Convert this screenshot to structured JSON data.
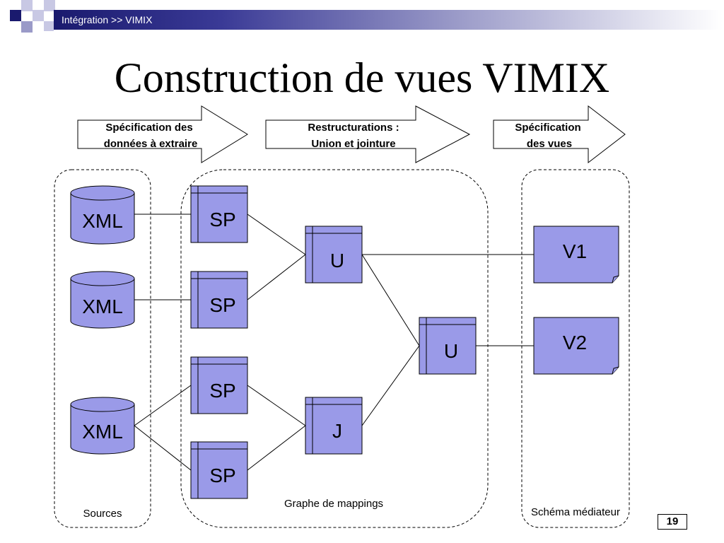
{
  "header": {
    "breadcrumb": "Intégration >> VIMIX"
  },
  "slide": {
    "title": "Construction de vues VIMIX",
    "page_number": "19"
  },
  "phases": [
    {
      "line1": "Spécification des",
      "line2": "données à extraire"
    },
    {
      "line1": "Restructurations :",
      "line2": "Union et jointure"
    },
    {
      "line1": "Spécification",
      "line2": "des vues"
    }
  ],
  "groups": {
    "sources": "Sources",
    "mappings": "Graphe de mappings",
    "mediator": "Schéma médiateur"
  },
  "sources": [
    "XML",
    "XML",
    "XML"
  ],
  "mappings": {
    "sp": [
      "SP",
      "SP",
      "SP",
      "SP"
    ],
    "u1": "U",
    "u2": "U",
    "j": "J"
  },
  "views": [
    "V1",
    "V2"
  ],
  "colors": {
    "node_fill": "#9a9ae8",
    "header_dark": "#1a1a6e",
    "header_accent": "#3a3a96",
    "logo_light": "#9a9ac8"
  }
}
